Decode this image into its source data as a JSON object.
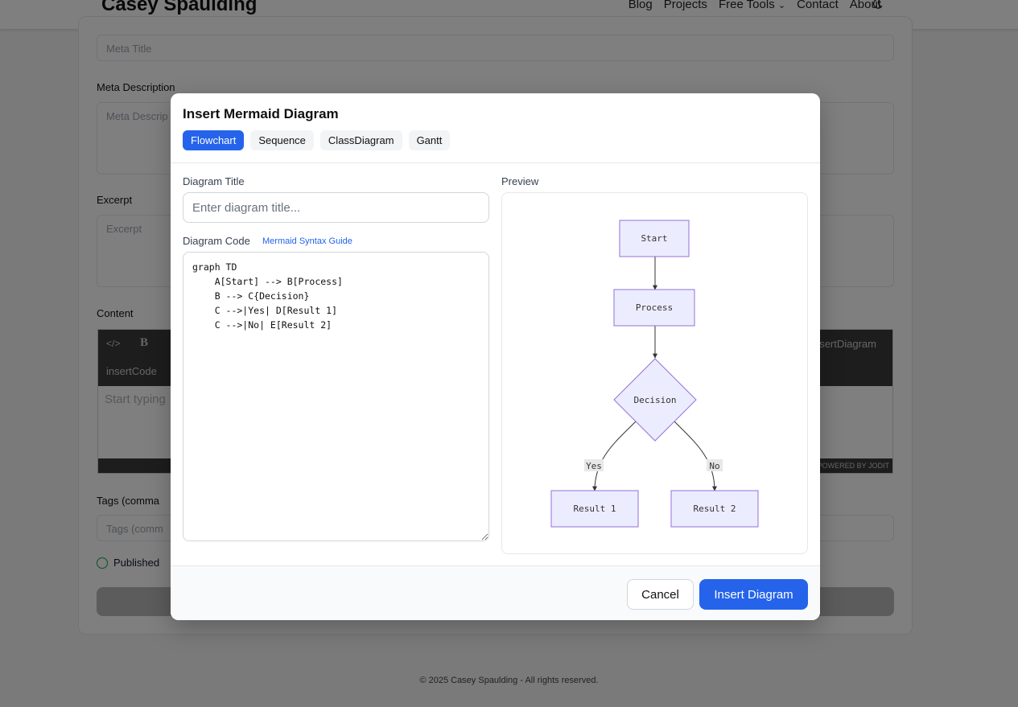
{
  "site": {
    "brand": "Casey Spaulding",
    "nav": [
      "Blog",
      "Projects",
      "Free Tools",
      "Contact",
      "About"
    ],
    "footer": "© 2025 Casey Spaulding - All rights reserved."
  },
  "form": {
    "meta_title_placeholder": "Meta Title",
    "meta_description_label": "Meta Description",
    "meta_description_placeholder": "Meta Descrip",
    "excerpt_label": "Excerpt",
    "excerpt_placeholder": "Excerpt",
    "content_label": "Content",
    "editor": {
      "code_btn": "</>",
      "bold_btn": "B",
      "insert_code": "insertCode",
      "insert_diagram": "isertDiagram",
      "placeholder": "Start typing",
      "powered_by": "POWERED BY JODIT"
    },
    "tags_label": "Tags (comma",
    "tags_placeholder": "Tags (comm",
    "published_label": "Published"
  },
  "modal": {
    "title": "Insert Mermaid Diagram",
    "tabs": [
      {
        "label": "Flowchart",
        "active": true
      },
      {
        "label": "Sequence",
        "active": false
      },
      {
        "label": "ClassDiagram",
        "active": false
      },
      {
        "label": "Gantt",
        "active": false
      }
    ],
    "diagram_title_label": "Diagram Title",
    "diagram_title_placeholder": "Enter diagram title...",
    "diagram_code_label": "Diagram Code",
    "syntax_link": "Mermaid Syntax Guide",
    "code": "graph TD\n    A[Start] --> B[Process]\n    B --> C{Decision}\n    C -->|Yes| D[Result 1]\n    C -->|No| E[Result 2]",
    "preview_label": "Preview",
    "preview": {
      "nodes": {
        "start": "Start",
        "process": "Process",
        "decision": "Decision",
        "result1": "Result 1",
        "result2": "Result 2"
      },
      "edge_labels": {
        "yes": "Yes",
        "no": "No"
      },
      "node_fill": "#ececff",
      "node_stroke": "#9370db"
    },
    "cancel_label": "Cancel",
    "insert_label": "Insert Diagram"
  }
}
